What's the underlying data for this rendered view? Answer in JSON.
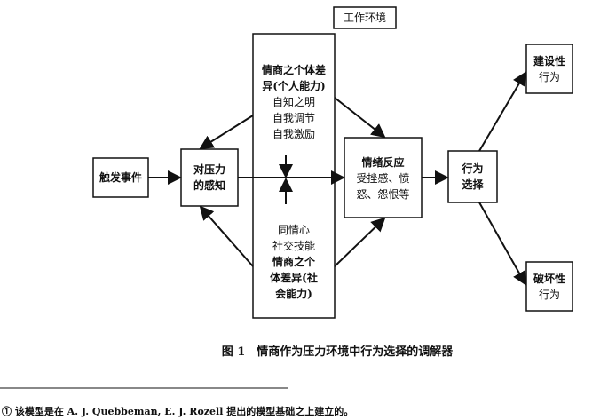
{
  "work_env": "工作环境",
  "trigger": "触发事件",
  "perception": [
    "对压力",
    "的感知"
  ],
  "personal": [
    "情商之个体差",
    "异(个人能力)",
    "自知之明",
    "自我调节",
    "自我激励"
  ],
  "social": [
    "同情心",
    "社交技能",
    "情商之个",
    "体差异(社",
    "会能力)"
  ],
  "emotion": [
    "情绪反应",
    "受挫感、愤",
    "怒、怨恨等"
  ],
  "choice": [
    "行为",
    "选择"
  ],
  "constructive": [
    "建设性",
    "行为"
  ],
  "destructive": [
    "破坏性",
    "行为"
  ],
  "caption": "图 1　情商作为压力环境中行为选择的调解器",
  "footnote": "① 该模型是在 A. J. Quebbeman, E. J. Rozell 提出的模型基础之上建立的。"
}
